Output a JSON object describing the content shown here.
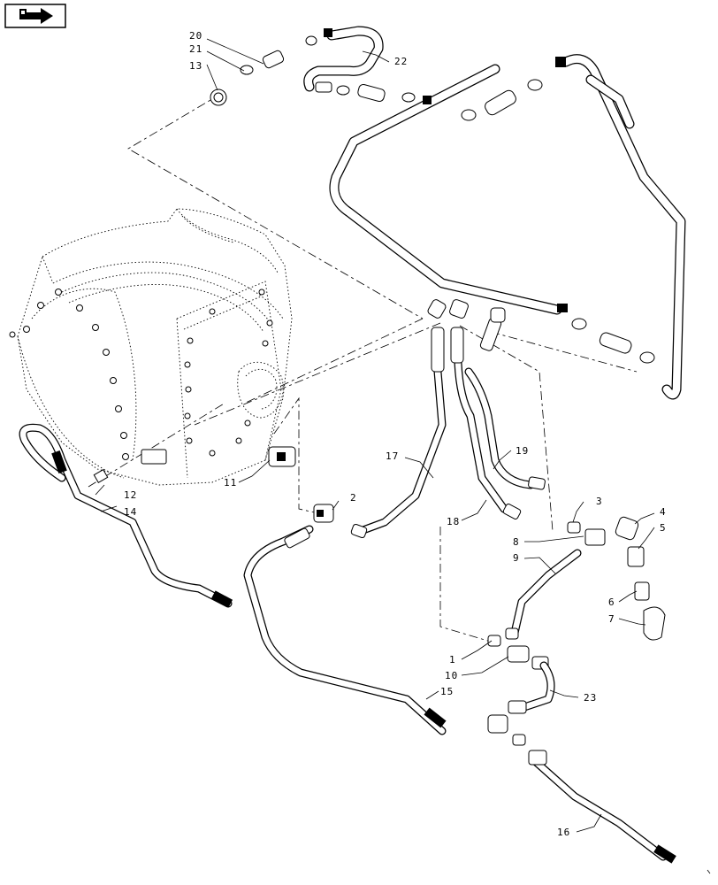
{
  "title_block": {
    "icon": "next-page-arrow-icon"
  },
  "callouts": [
    {
      "id": "20",
      "label": "20"
    },
    {
      "id": "21",
      "label": "21"
    },
    {
      "id": "13",
      "label": "13"
    },
    {
      "id": "22",
      "label": "22"
    },
    {
      "id": "17",
      "label": "17"
    },
    {
      "id": "19",
      "label": "19"
    },
    {
      "id": "18",
      "label": "18"
    },
    {
      "id": "11",
      "label": "11"
    },
    {
      "id": "12",
      "label": "12"
    },
    {
      "id": "14",
      "label": "14"
    },
    {
      "id": "2",
      "label": "2"
    },
    {
      "id": "3",
      "label": "3"
    },
    {
      "id": "4",
      "label": "4"
    },
    {
      "id": "5",
      "label": "5"
    },
    {
      "id": "8",
      "label": "8"
    },
    {
      "id": "9",
      "label": "9"
    },
    {
      "id": "6",
      "label": "6"
    },
    {
      "id": "7",
      "label": "7"
    },
    {
      "id": "1",
      "label": "1"
    },
    {
      "id": "10",
      "label": "10"
    },
    {
      "id": "15",
      "label": "15"
    },
    {
      "id": "23",
      "label": "23"
    },
    {
      "id": "16",
      "label": "16"
    }
  ]
}
